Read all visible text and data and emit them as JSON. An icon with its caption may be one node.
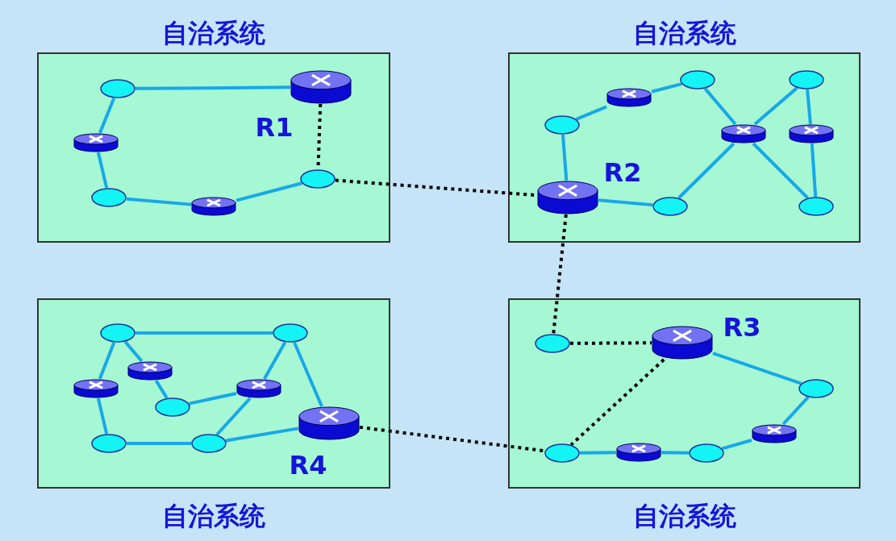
{
  "diagram": {
    "nodes": [
      {
        "text": [
          "自治系统"
        ]
      },
      {
        "text": [],
        "shape": "ellipse",
        "in": 0
      },
      {
        "text": [],
        "shape": "cylinder",
        "in": 0,
        "beside": [
          "R1"
        ]
      },
      {
        "text": [],
        "shape": "cylinder",
        "in": 0
      },
      {
        "text": [],
        "shape": "ellipse",
        "in": 0
      },
      {
        "text": [],
        "shape": "cylinder",
        "in": 0
      },
      {
        "text": [],
        "shape": "ellipse",
        "in": 0
      },
      {
        "text": [
          "自治系统"
        ]
      },
      {
        "text": [],
        "shape": "ellipse",
        "in": 7
      },
      {
        "text": [],
        "shape": "cylinder",
        "in": 7
      },
      {
        "text": [],
        "shape": "ellipse",
        "in": 7
      },
      {
        "text": [],
        "shape": "cylinder",
        "in": 7
      },
      {
        "text": [],
        "shape": "ellipse",
        "in": 7
      },
      {
        "text": [],
        "shape": "cylinder",
        "in": 7
      },
      {
        "text": [],
        "shape": "cylinder",
        "in": 7,
        "beside": [
          "R2"
        ]
      },
      {
        "text": [],
        "shape": "ellipse",
        "in": 7
      },
      {
        "text": [],
        "shape": "ellipse",
        "in": 7
      },
      {
        "text": [
          "自治系统"
        ]
      },
      {
        "text": [],
        "shape": "ellipse",
        "in": 17
      },
      {
        "text": [],
        "shape": "ellipse",
        "in": 17
      },
      {
        "text": [],
        "shape": "cylinder",
        "in": 17
      },
      {
        "text": [],
        "shape": "cylinder",
        "in": 17
      },
      {
        "text": [],
        "shape": "cylinder",
        "in": 17
      },
      {
        "text": [],
        "shape": "ellipse",
        "in": 17
      },
      {
        "text": [],
        "shape": "cylinder",
        "in": 17,
        "beside": [
          "R4"
        ]
      },
      {
        "text": [],
        "shape": "ellipse",
        "in": 17
      },
      {
        "text": [],
        "shape": "ellipse",
        "in": 17
      },
      {
        "text": [
          "自治系统"
        ]
      },
      {
        "text": [],
        "shape": "ellipse",
        "in": 27
      },
      {
        "text": [],
        "shape": "cylinder",
        "in": 27,
        "beside": [
          "R3"
        ]
      },
      {
        "text": [],
        "shape": "ellipse",
        "in": 27
      },
      {
        "text": [],
        "shape": "cylinder",
        "in": 27
      },
      {
        "text": [],
        "shape": "ellipse",
        "in": 27
      },
      {
        "text": [],
        "shape": "cylinder",
        "in": 27
      },
      {
        "text": [],
        "shape": "ellipse",
        "in": 27
      }
    ],
    "edges": [
      {
        "from": 1,
        "to": 2,
        "arrow": "none"
      },
      {
        "from": 1,
        "to": 3,
        "arrow": "none"
      },
      {
        "from": 3,
        "to": 4,
        "arrow": "none"
      },
      {
        "from": 4,
        "to": 5,
        "arrow": "none"
      },
      {
        "from": 5,
        "to": 6,
        "arrow": "none"
      },
      {
        "from": 2,
        "to": 6,
        "arrow": "none",
        "style": "dashed",
        "color": "#000000"
      },
      {
        "from": 8,
        "to": 9,
        "arrow": "none"
      },
      {
        "from": 9,
        "to": 10,
        "arrow": "none"
      },
      {
        "from": 10,
        "to": 11,
        "arrow": "none"
      },
      {
        "from": 11,
        "to": 12,
        "arrow": "none"
      },
      {
        "from": 12,
        "to": 13,
        "arrow": "none"
      },
      {
        "from": 13,
        "to": 16,
        "arrow": "none"
      },
      {
        "from": 11,
        "to": 16,
        "arrow": "none"
      },
      {
        "from": 11,
        "to": 15,
        "arrow": "none"
      },
      {
        "from": 8,
        "to": 14,
        "arrow": "none"
      },
      {
        "from": 14,
        "to": 15,
        "arrow": "none"
      },
      {
        "from": 18,
        "to": 19,
        "arrow": "none"
      },
      {
        "from": 18,
        "to": 21,
        "arrow": "none"
      },
      {
        "from": 18,
        "to": 20,
        "arrow": "none"
      },
      {
        "from": 20,
        "to": 23,
        "arrow": "none"
      },
      {
        "from": 23,
        "to": 22,
        "arrow": "none"
      },
      {
        "from": 22,
        "to": 19,
        "arrow": "none"
      },
      {
        "from": 22,
        "to": 26,
        "arrow": "none"
      },
      {
        "from": 21,
        "to": 25,
        "arrow": "none"
      },
      {
        "from": 25,
        "to": 26,
        "arrow": "none"
      },
      {
        "from": 26,
        "to": 24,
        "arrow": "none"
      },
      {
        "from": 19,
        "to": 24,
        "arrow": "none"
      },
      {
        "from": 28,
        "to": 29,
        "arrow": "none",
        "style": "dashed",
        "color": "#000000"
      },
      {
        "from": 29,
        "to": 32,
        "arrow": "none",
        "style": "dashed",
        "color": "#000000"
      },
      {
        "from": 29,
        "to": 30,
        "arrow": "none"
      },
      {
        "from": 30,
        "to": 31,
        "arrow": "none"
      },
      {
        "from": 31,
        "to": 34,
        "arrow": "none"
      },
      {
        "from": 34,
        "to": 33,
        "arrow": "none"
      },
      {
        "from": 33,
        "to": 32,
        "arrow": "none"
      },
      {
        "from": 6,
        "to": 14,
        "arrow": "none",
        "style": "dashed",
        "color": "#000000"
      },
      {
        "from": 14,
        "to": 28,
        "arrow": "none",
        "style": "dashed",
        "color": "#000000"
      },
      {
        "from": 24,
        "to": 32,
        "arrow": "none",
        "style": "dashed",
        "color": "#000000"
      }
    ]
  }
}
